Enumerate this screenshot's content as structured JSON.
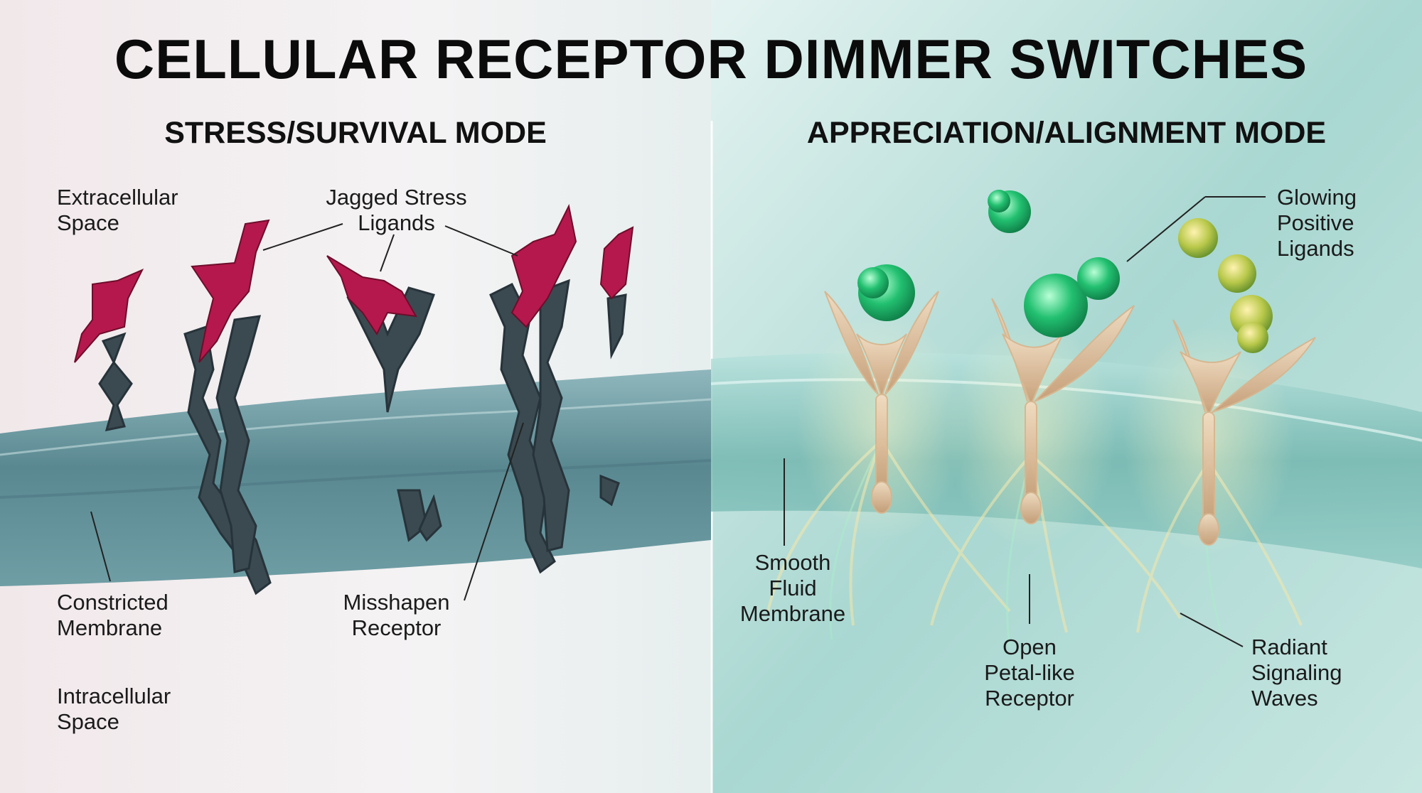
{
  "title": "CELLULAR RECEPTOR DIMMER SWITCHES",
  "panels": {
    "left": {
      "heading": "STRESS/SURVIVAL MODE",
      "labels": {
        "extracellular": [
          "Extracellular",
          "Space"
        ],
        "ligands": [
          "Jagged Stress",
          "Ligands"
        ],
        "membrane": [
          "Constricted",
          "Membrane"
        ],
        "receptor": [
          "Misshapen",
          "Receptor"
        ],
        "intracellular": [
          "Intracellular",
          "Space"
        ]
      },
      "colors": {
        "ligand": "#b01848",
        "receptor": "#3c4a50",
        "membrane": "#5d8f98"
      }
    },
    "right": {
      "heading": "APPRECIATION/ALIGNMENT MODE",
      "labels": {
        "ligands": [
          "Glowing",
          "Positive",
          "Ligands"
        ],
        "membrane": [
          "Smooth",
          "Fluid",
          "Membrane"
        ],
        "receptor": [
          "Open",
          "Petal-like",
          "Receptor"
        ],
        "waves": [
          "Radiant",
          "Signaling",
          "Waves"
        ]
      },
      "colors": {
        "ligand": "#22b86a",
        "receptor": "#e8c89a",
        "membrane": "#6fb8b0"
      }
    }
  }
}
